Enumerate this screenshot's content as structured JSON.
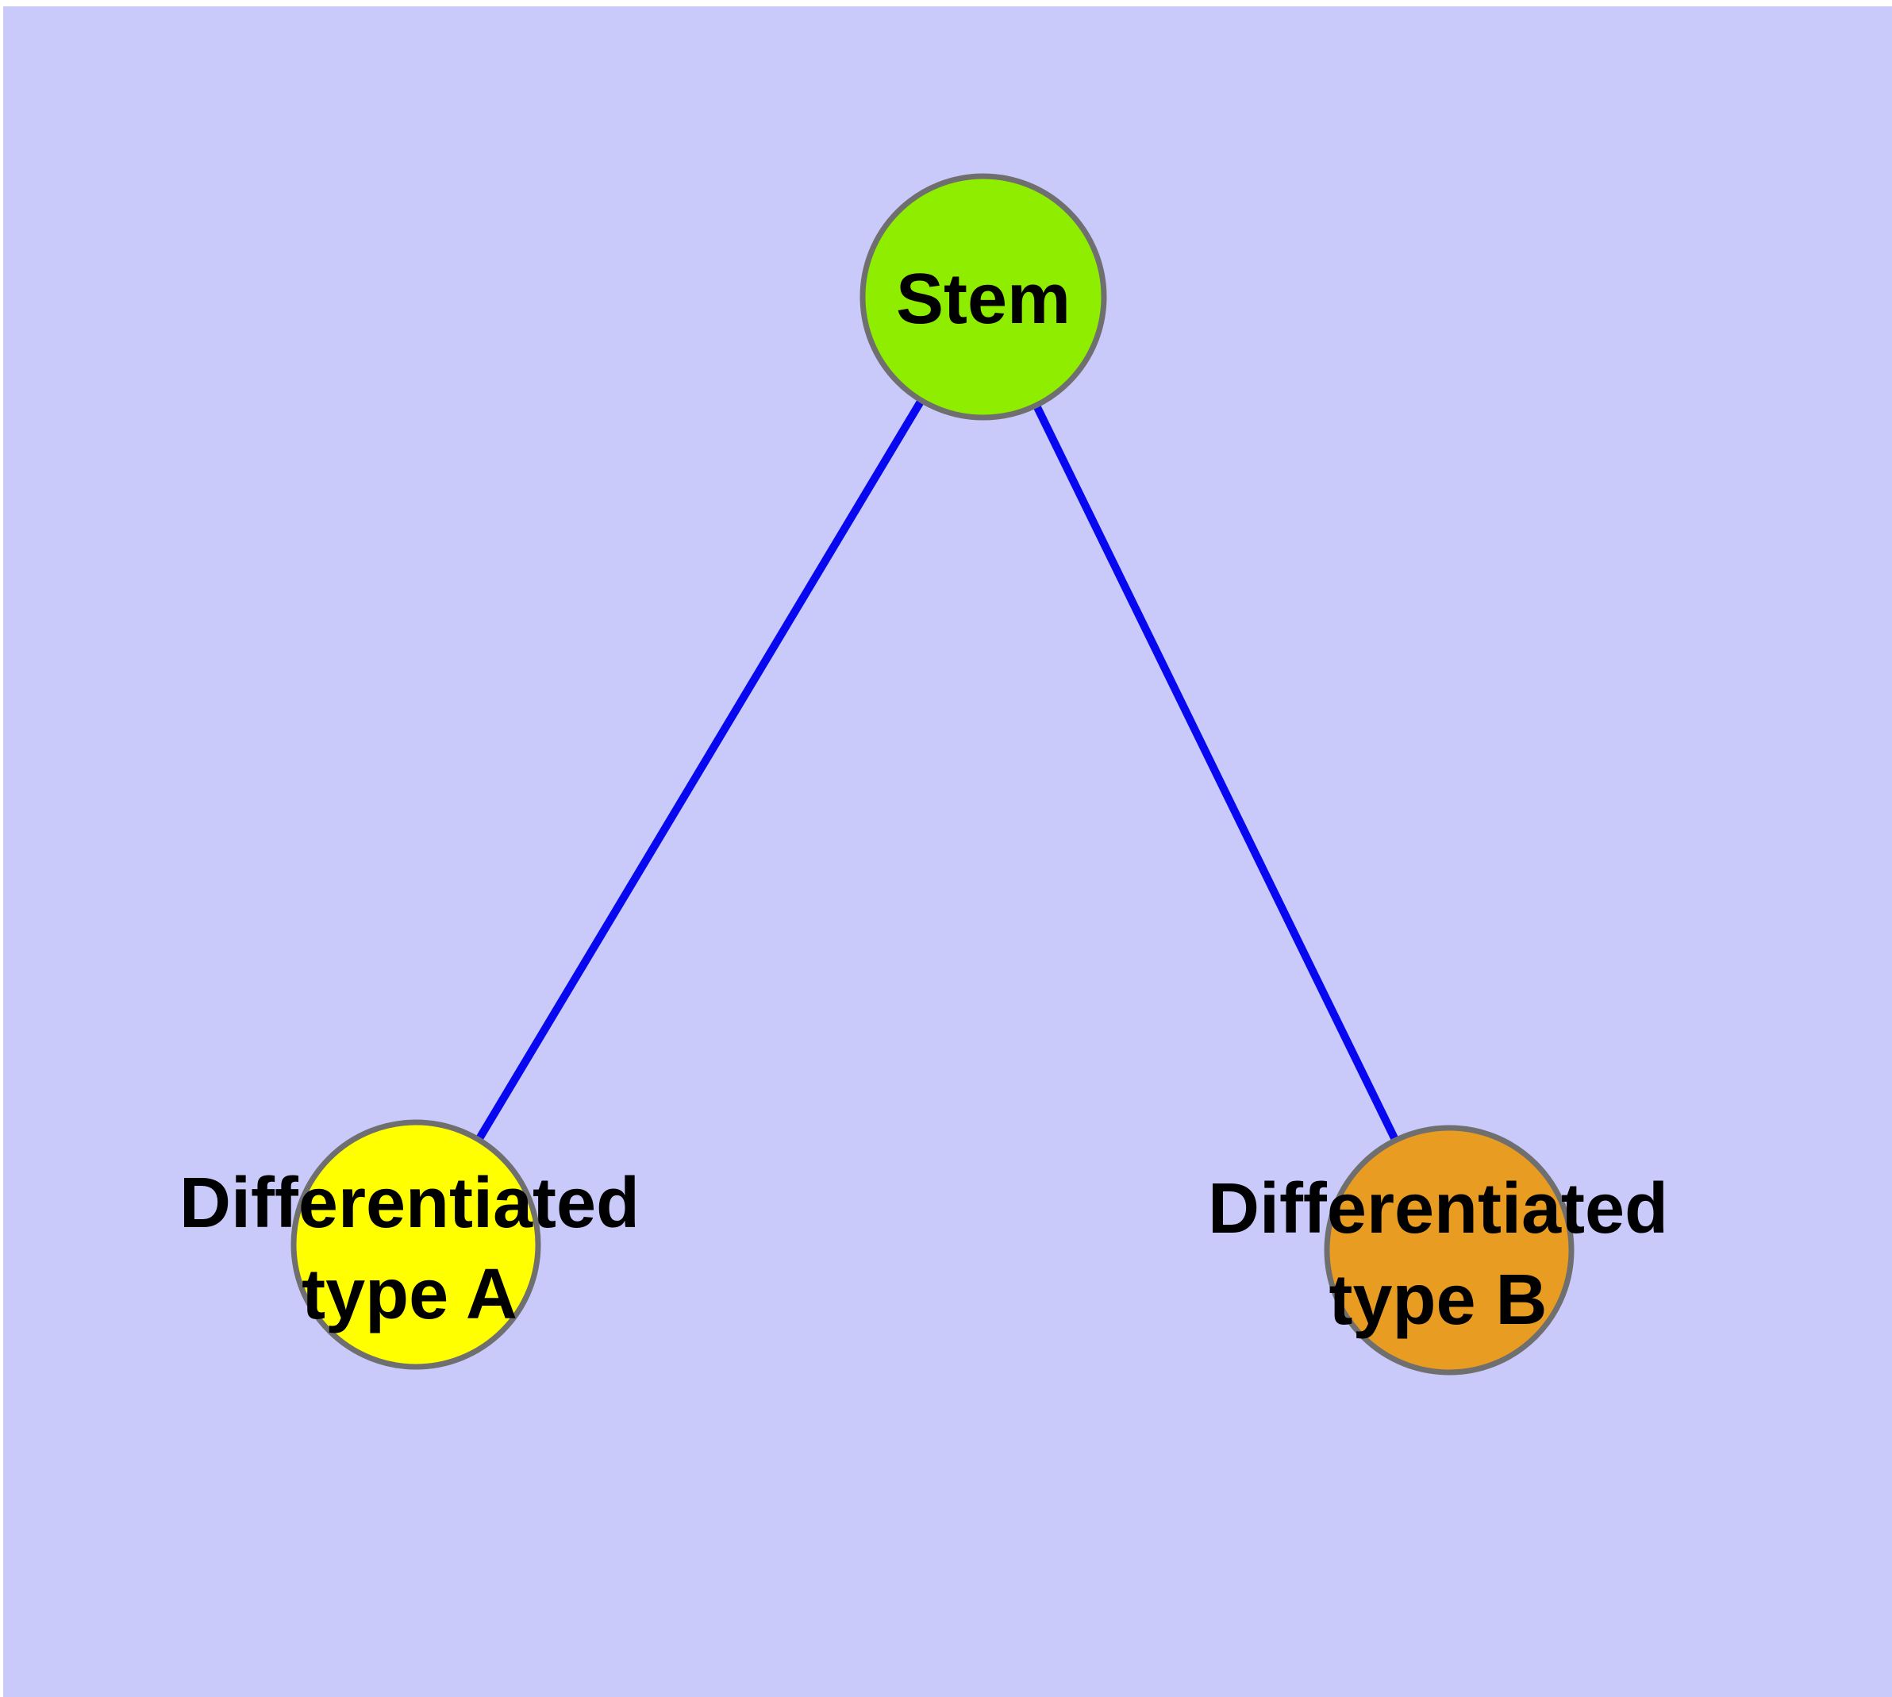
{
  "figure": {
    "background_color": "#C9C9FA",
    "node_border_color": "#6F6F6F",
    "edge_color": "#0808F0",
    "label_color": "#000000"
  },
  "graph": {
    "nodes": [
      {
        "id": "stem",
        "label": "Stem",
        "color": "#8FEE00"
      },
      {
        "id": "differentiated-type-a",
        "label": "Differentiated type A",
        "label_line1": "Differentiated",
        "label_line2": "type A",
        "color": "#FFFF00"
      },
      {
        "id": "differentiated-type-b",
        "label": "Differentiated type B",
        "label_line1": "Differentiated",
        "label_line2": "type B",
        "color": "#E89C21"
      }
    ],
    "edges": [
      {
        "from": "stem",
        "to": "differentiated-type-a"
      },
      {
        "from": "stem",
        "to": "differentiated-type-b"
      }
    ]
  }
}
